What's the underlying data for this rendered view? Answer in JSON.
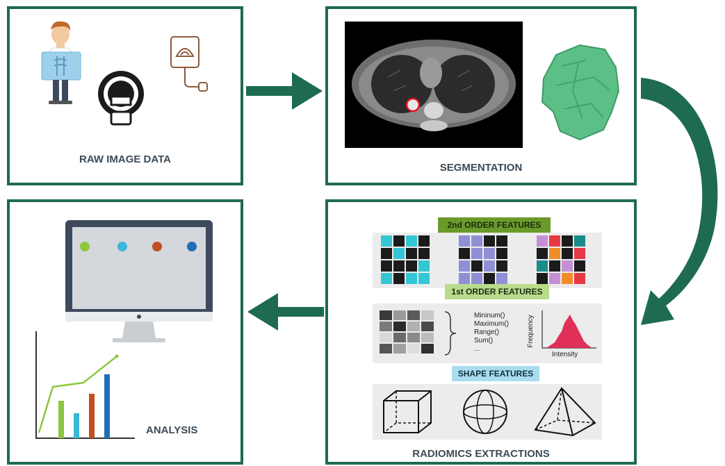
{
  "panels": {
    "raw": {
      "title": "RAW IMAGE DATA"
    },
    "segmentation": {
      "title": "SEGMENTATION"
    },
    "radiomics": {
      "title": "RADIOMICS EXTRACTIONS",
      "second_order_label": "2nd ORDER FEATURES",
      "first_order_label": "1st ORDER FEATURES",
      "shape_label": "SHAPE FEATURES",
      "functions": [
        "Mininum()",
        "Maximum()",
        "Range()",
        "Sum()",
        "..."
      ],
      "histogram_ylabel": "Frequency",
      "histogram_xlabel": "Intensity"
    },
    "analysis": {
      "title": "ANALYSIS"
    }
  },
  "colors": {
    "frame": "#1e6b4f",
    "arrow": "#1e6b4f",
    "second_order_tag": "#6a9a2a",
    "first_order_tag": "#b9dc8c",
    "shape_tag": "#a9dcef",
    "tumor_mask": "#5cbf86",
    "histogram": "#e0305a"
  },
  "icons": [
    "doctor-xray-icon",
    "mri-scanner-icon",
    "ultrasound-icon",
    "ct-scan-image",
    "tumor-3d-mask-icon",
    "cube-icon",
    "sphere-icon",
    "pyramid-icon",
    "monitor-icon",
    "bar-line-chart-icon"
  ]
}
